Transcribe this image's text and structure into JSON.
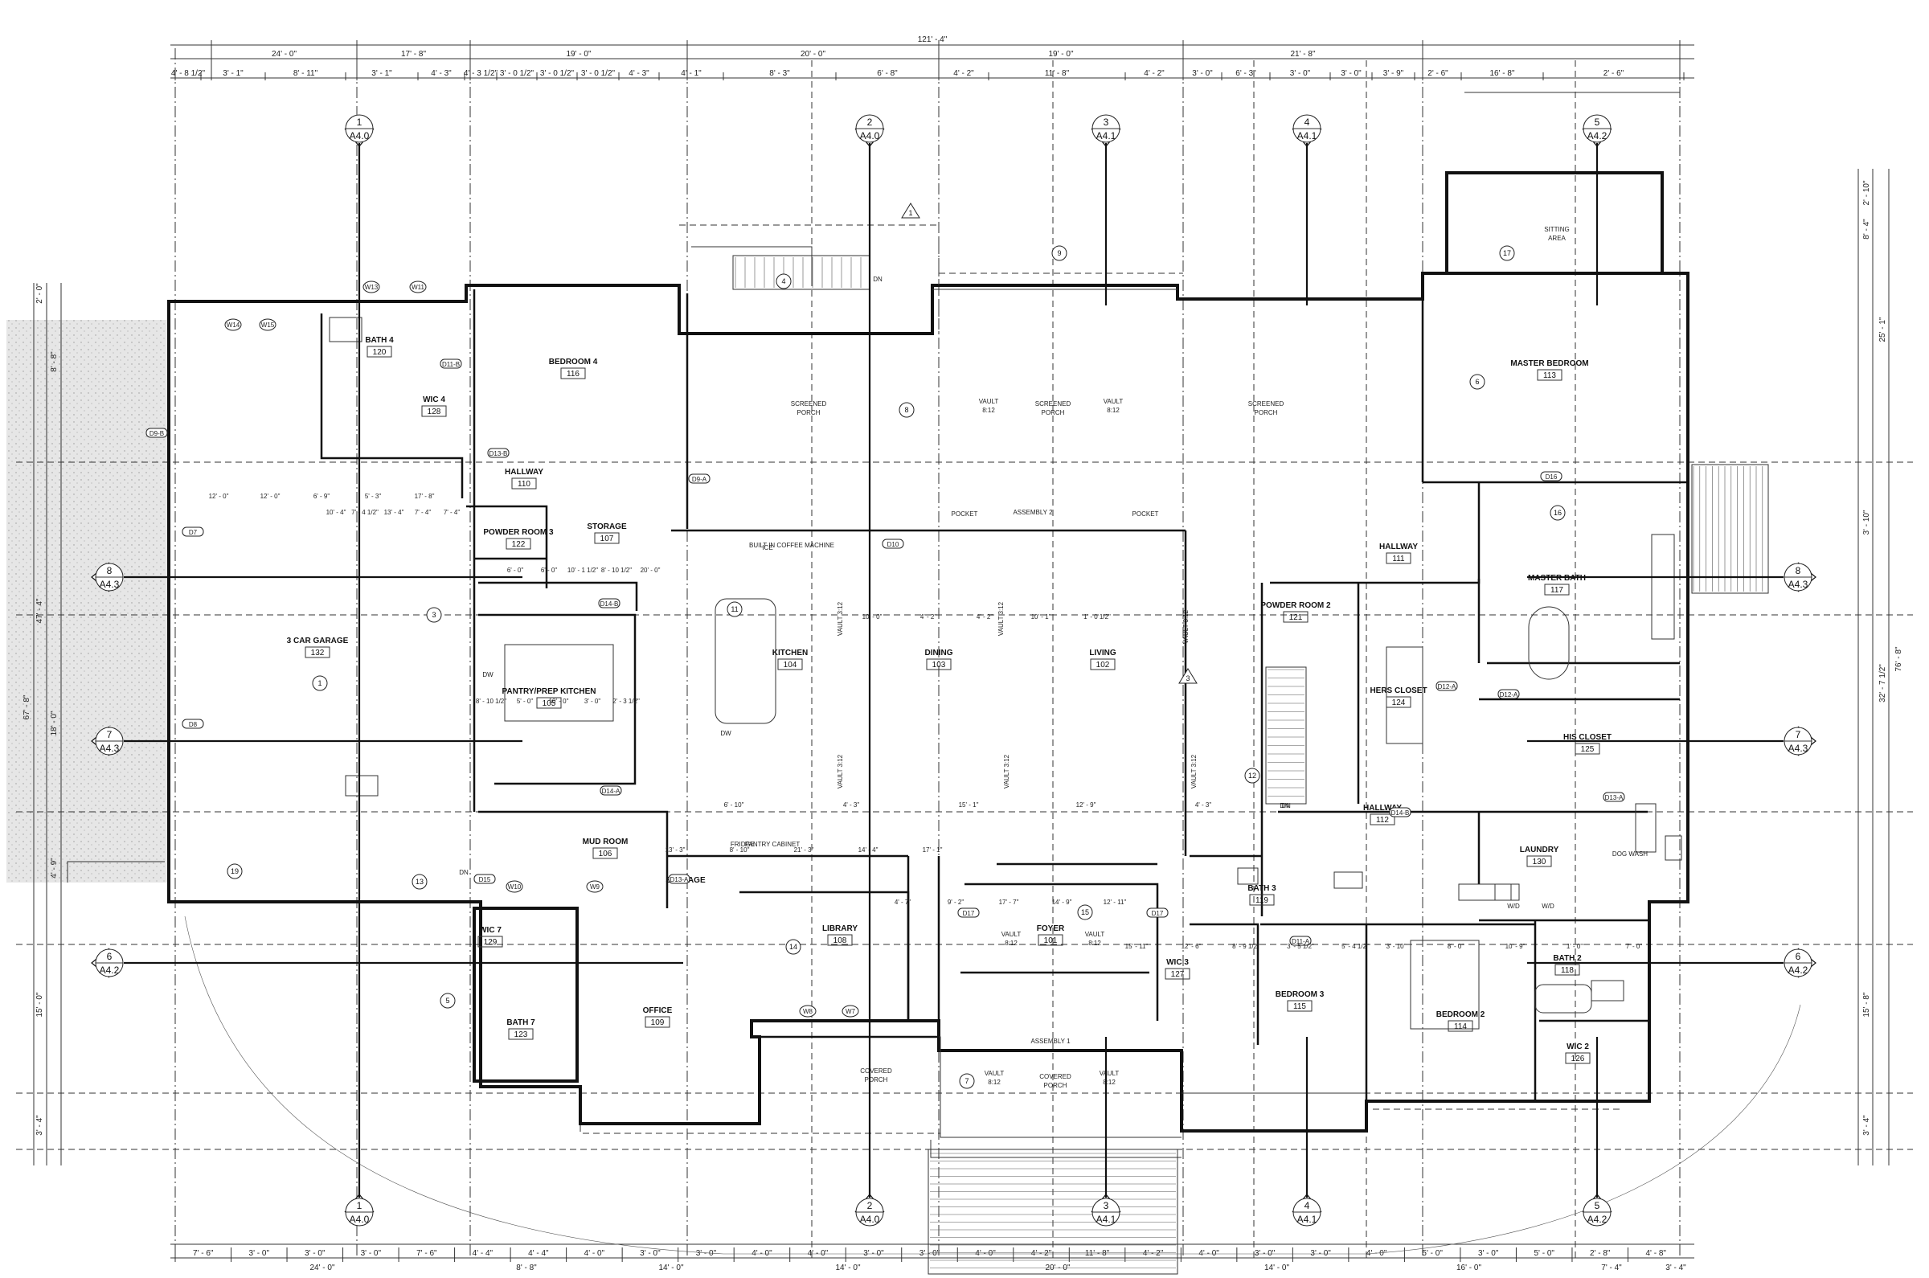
{
  "overall_dimension": "121' - 4\"",
  "top_dims": [
    "24' - 0\"",
    "17' - 8\"",
    "19' - 0\"",
    "20' - 0\"",
    "19' - 0\"",
    "21' - 8\""
  ],
  "top_sub_dims": [
    "4' - 8 1/2\"",
    "3' - 1\"",
    "8' - 11\"",
    "3' - 1\"",
    "4' - 3\"",
    "4' - 3 1/2\"",
    "3' - 0 1/2\"",
    "3' - 0 1/2\"",
    "3' - 0 1/2\"",
    "4' - 3\"",
    "4' - 1\"",
    "8' - 3\"",
    "6' - 8\"",
    "4' - 2\"",
    "11' - 8\"",
    "4' - 2\"",
    "3' - 0\"",
    "6' - 3\"",
    "3' - 0\"",
    "3' - 0\"",
    "3' - 9\"",
    "2' - 6\"",
    "16' - 8\"",
    "2' - 6\""
  ],
  "bottom_dims": [
    "24' - 0\"",
    "8' - 8\"",
    "14' - 0\"",
    "14' - 0\"",
    "20' - 0\"",
    "14' - 0\"",
    "16' - 0\"",
    "7' - 4\"",
    "3' - 4\""
  ],
  "bottom_sub_dims": [
    "7' - 6\"",
    "3' - 0\"",
    "3' - 0\"",
    "3' - 0\"",
    "7' - 6\"",
    "4' - 4\"",
    "4' - 4\"",
    "4' - 0\"",
    "3' - 0\"",
    "3' - 0\"",
    "4' - 0\"",
    "4' - 0\"",
    "3' - 0\"",
    "3' - 0\"",
    "4' - 0\"",
    "4' - 2\"",
    "11' - 8\"",
    "4' - 2\"",
    "4' - 0\"",
    "3' - 0\"",
    "3' - 0\"",
    "4' - 0\"",
    "5' - 0\"",
    "3' - 0\"",
    "5' - 0\"",
    "2' - 8\"",
    "4' - 8\""
  ],
  "left_dims": [
    "2' - 0\"",
    "8' - 8\"",
    "47' - 4\"",
    "67' - 8\"",
    "18' - 0\"",
    "4' - 9\"",
    "15' - 0\"",
    "3' - 4\""
  ],
  "right_dims": [
    "2' - 10\"",
    "8' - 4\"",
    "25' - 1\"",
    "76' - 8\"",
    "32' - 7 1/2\"",
    "3' - 10\"",
    "15' - 8\"",
    "3' - 4\""
  ],
  "section_tags": [
    {
      "n": "1",
      "s": "A4.0"
    },
    {
      "n": "2",
      "s": "A4.0"
    },
    {
      "n": "3",
      "s": "A4.1"
    },
    {
      "n": "4",
      "s": "A4.1"
    },
    {
      "n": "5",
      "s": "A4.2"
    },
    {
      "n": "8",
      "s": "A4.3"
    },
    {
      "n": "7",
      "s": "A4.3"
    },
    {
      "n": "6",
      "s": "A4.2"
    },
    {
      "n": "8",
      "s": "A4.3"
    },
    {
      "n": "7",
      "s": "A4.3"
    },
    {
      "n": "6",
      "s": "A4.2"
    },
    {
      "n": "1",
      "s": "A4.0"
    },
    {
      "n": "2",
      "s": "A4.0"
    },
    {
      "n": "3",
      "s": "A4.1"
    },
    {
      "n": "4",
      "s": "A4.1"
    },
    {
      "n": "5",
      "s": "A4.2"
    }
  ],
  "rooms": [
    {
      "name": "BATH 4",
      "num": "120"
    },
    {
      "name": "BEDROOM 4",
      "num": "116"
    },
    {
      "name": "WIC 4",
      "num": "128"
    },
    {
      "name": "HALLWAY",
      "num": "110"
    },
    {
      "name": "POWDER ROOM 3",
      "num": "122"
    },
    {
      "name": "STORAGE",
      "num": "107"
    },
    {
      "name": "3 CAR GARAGE",
      "num": "132"
    },
    {
      "name": "PANTRY/PREP KITCHEN",
      "num": "105"
    },
    {
      "name": "MUD ROOM",
      "num": "106"
    },
    {
      "name": "STORAGE",
      "num": ""
    },
    {
      "name": "WIC 7",
      "num": "129"
    },
    {
      "name": "BATH 7",
      "num": "123"
    },
    {
      "name": "OFFICE",
      "num": "109"
    },
    {
      "name": "LIBRARY",
      "num": "108"
    },
    {
      "name": "KITCHEN",
      "num": "104"
    },
    {
      "name": "DINING",
      "num": "103"
    },
    {
      "name": "LIVING",
      "num": "102"
    },
    {
      "name": "FOYER",
      "num": "101"
    },
    {
      "name": "MASTER BEDROOM",
      "num": "113"
    },
    {
      "name": "MASTER BATH",
      "num": "117"
    },
    {
      "name": "HALLWAY",
      "num": "111"
    },
    {
      "name": "POWDER ROOM 2",
      "num": "121"
    },
    {
      "name": "HERS CLOSET",
      "num": "124"
    },
    {
      "name": "HIS CLOSET",
      "num": "125"
    },
    {
      "name": "HALLWAY",
      "num": "112"
    },
    {
      "name": "LAUNDRY",
      "num": "130"
    },
    {
      "name": "BATH 3",
      "num": "119"
    },
    {
      "name": "WIC 3",
      "num": "127"
    },
    {
      "name": "BEDROOM 3",
      "num": "115"
    },
    {
      "name": "BEDROOM 2",
      "num": "114"
    },
    {
      "name": "BATH 2",
      "num": "118"
    },
    {
      "name": "WIC 2",
      "num": "126"
    }
  ],
  "areas": [
    "SCREENED PORCH",
    "SCREENED PORCH",
    "SCREENED PORCH",
    "SITTING AREA",
    "COVERED PORCH",
    "COVERED PORCH"
  ],
  "vault_labels": [
    "VAULT 8:12",
    "VAULT 8:12",
    "VAULT 3:12",
    "VAULT 3:12",
    "VAULT 3:12",
    "VAULT 3:12",
    "VAULT 3:12",
    "VAULT 3:12",
    "VAULT 8:12",
    "VAULT 8:12",
    "VAULT 8:12",
    "VAULT 8:12"
  ],
  "misc_labels": [
    "DN",
    "DN",
    "DN",
    "DN",
    "DW",
    "DW",
    "W/D",
    "W/D",
    "DOG WASH",
    "FRIDGE",
    "PANTRY CABINET",
    "ICE",
    "BUILT IN COFFEE MACHINE",
    "ASSEMBLY 2",
    "ASSEMBLY 1",
    "POCKET",
    "POCKET"
  ],
  "door_tags": [
    "D9-B",
    "D7",
    "D8",
    "D9-A",
    "D10",
    "D13-B",
    "D14-B",
    "D14-A",
    "D15",
    "D13-A",
    "D12-A",
    "D11-A",
    "D16",
    "D17",
    "D17",
    "D12-A",
    "D13-A",
    "D14-B",
    "D11-B"
  ],
  "window_tags": [
    "W14",
    "W15",
    "W13",
    "W11",
    "W10",
    "W9",
    "W8",
    "W7"
  ],
  "keynotes": [
    "1",
    "3",
    "4",
    "5",
    "6",
    "7",
    "8",
    "9",
    "11",
    "12",
    "13",
    "14",
    "15",
    "16",
    "17",
    "19"
  ],
  "revision_marks": [
    "1",
    "3"
  ],
  "interior_dims": [
    "12' - 0\"",
    "12' - 0\"",
    "6' - 9\"",
    "5' - 3\"",
    "17' - 8\"",
    "10' - 4\"",
    "7' - 4 1/2\"",
    "13' - 4\"",
    "7' - 4\"",
    "7' - 4\"",
    "6' - 0\"",
    "6' - 0\"",
    "10' - 1 1/2\"",
    "8' - 10 1/2\"",
    "20' - 0\"",
    "10' - 0\"",
    "4' - 2\"",
    "4' - 2\"",
    "10' - 1\"",
    "1' - 0 1/2\"",
    "8' - 10 1/2\"",
    "5' - 0\"",
    "10' - 0\"",
    "3' - 0\"",
    "2' - 3 1/2\"",
    "6' - 10\"",
    "4' - 3\"",
    "15' - 1\"",
    "12' - 9\"",
    "4' - 3\"",
    "13' - 3\"",
    "8' - 10\"",
    "21' - 3\"",
    "14' - 4\"",
    "17' - 1\"",
    "4' - 7\"",
    "9' - 2\"",
    "17' - 7\"",
    "14' - 9\"",
    "12' - 11\"",
    "15' - 11\"",
    "12' - 6\"",
    "8' - 9 1/2\"",
    "3' - 5 1/2\"",
    "5' - 4 1/2\"",
    "3' - 10\"",
    "8' - 0\"",
    "10' - 9\"",
    "1' - 0\"",
    "7' - 0\""
  ]
}
